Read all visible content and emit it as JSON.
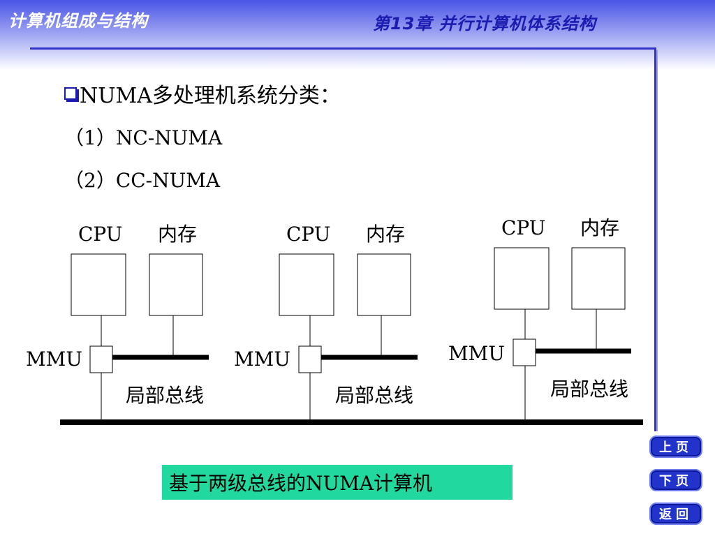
{
  "header": {
    "course_title": "计算机组成与结构",
    "chapter_title": "第13章  并行计算机体系结构"
  },
  "content": {
    "heading": "NUMA多处理机系统分类：",
    "items": [
      "（1）NC-NUMA",
      "（2）CC-NUMA"
    ]
  },
  "diagram": {
    "nodes": [
      {
        "cpu_label": "CPU",
        "mem_label": "内存",
        "mmu_label": "MMU",
        "bus_label": "局部总线"
      },
      {
        "cpu_label": "CPU",
        "mem_label": "内存",
        "mmu_label": "MMU",
        "bus_label": "局部总线"
      },
      {
        "cpu_label": "CPU",
        "mem_label": "内存",
        "mmu_label": "MMU",
        "bus_label": "局部总线"
      }
    ]
  },
  "caption": "基于两级总线的NUMA计算机",
  "nav": {
    "prev_label": "上页",
    "next_label": "下页",
    "back_label": "返回"
  },
  "colors": {
    "header_blue": "#4a55e6",
    "accent_line": "#3333cc",
    "caption_bg": "#21d99e",
    "nav_button": "#2233cc"
  }
}
